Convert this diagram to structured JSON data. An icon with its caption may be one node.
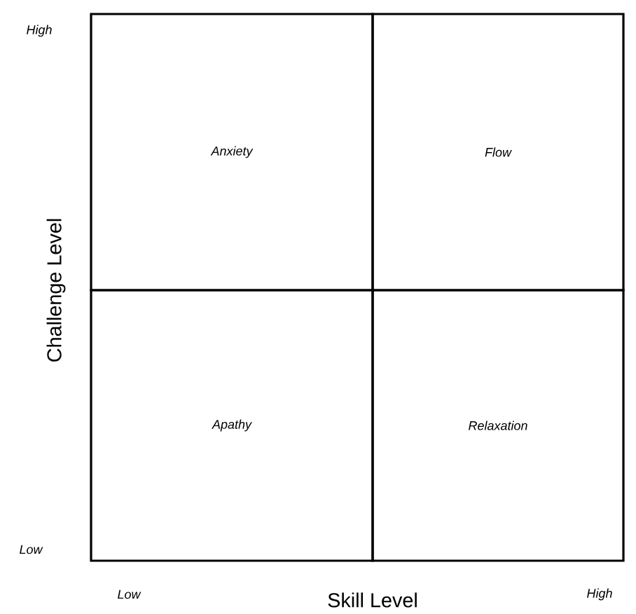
{
  "diagram": {
    "nodes": [
      {
        "text": [
          "Anxiety"
        ]
      },
      {
        "text": [
          "Flow"
        ]
      },
      {
        "text": [
          "Apathy"
        ]
      },
      {
        "text": [
          "Relaxation"
        ]
      }
    ],
    "labels": [
      "High",
      "Challenge Level",
      "Low",
      "Low",
      "Skill Level",
      "High"
    ]
  }
}
